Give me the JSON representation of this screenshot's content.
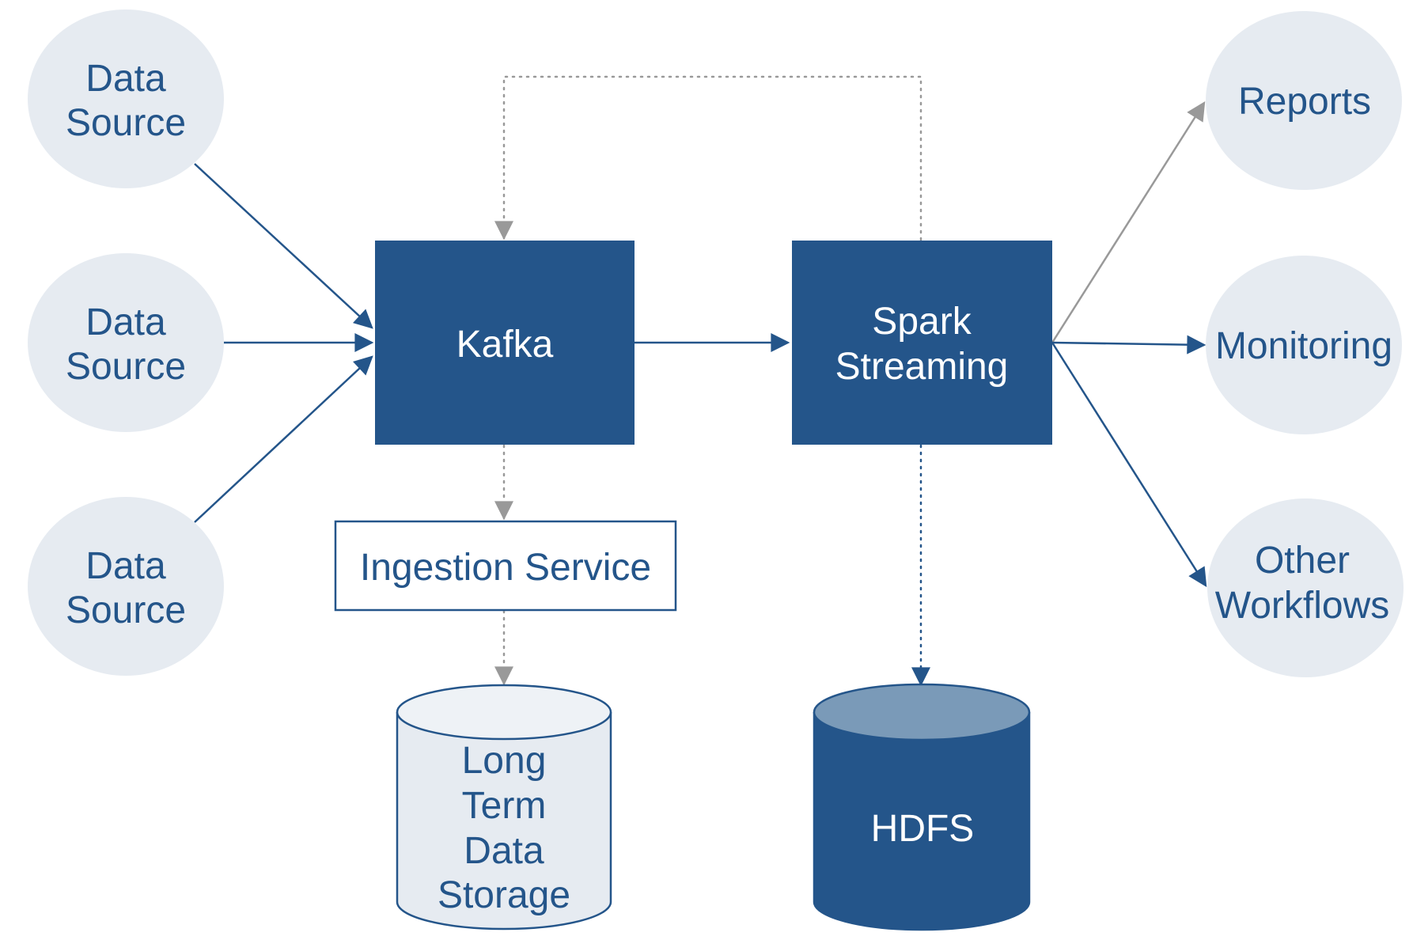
{
  "colors": {
    "primary": "#24558a",
    "bubble": "#e6ebf1",
    "connector_gray": "#999999",
    "cylinder_top_dark": "#7a9ab8",
    "cylinder_top_light": "#eef2f6"
  },
  "sources": [
    {
      "line1": "Data",
      "line2": "Source"
    },
    {
      "line1": "Data",
      "line2": "Source"
    },
    {
      "line1": "Data",
      "line2": "Source"
    }
  ],
  "kafka": {
    "label": "Kafka"
  },
  "spark": {
    "line1": "Spark",
    "line2": "Streaming"
  },
  "ingestion": {
    "label": "Ingestion Service"
  },
  "storage": {
    "line1": "Long",
    "line2": "Term",
    "line3": "Data",
    "line4": "Storage"
  },
  "hdfs": {
    "label": "HDFS"
  },
  "outputs": {
    "reports": {
      "label": "Reports"
    },
    "monitoring": {
      "label": "Monitoring"
    },
    "other": {
      "line1": "Other",
      "line2": "Workflows"
    }
  }
}
